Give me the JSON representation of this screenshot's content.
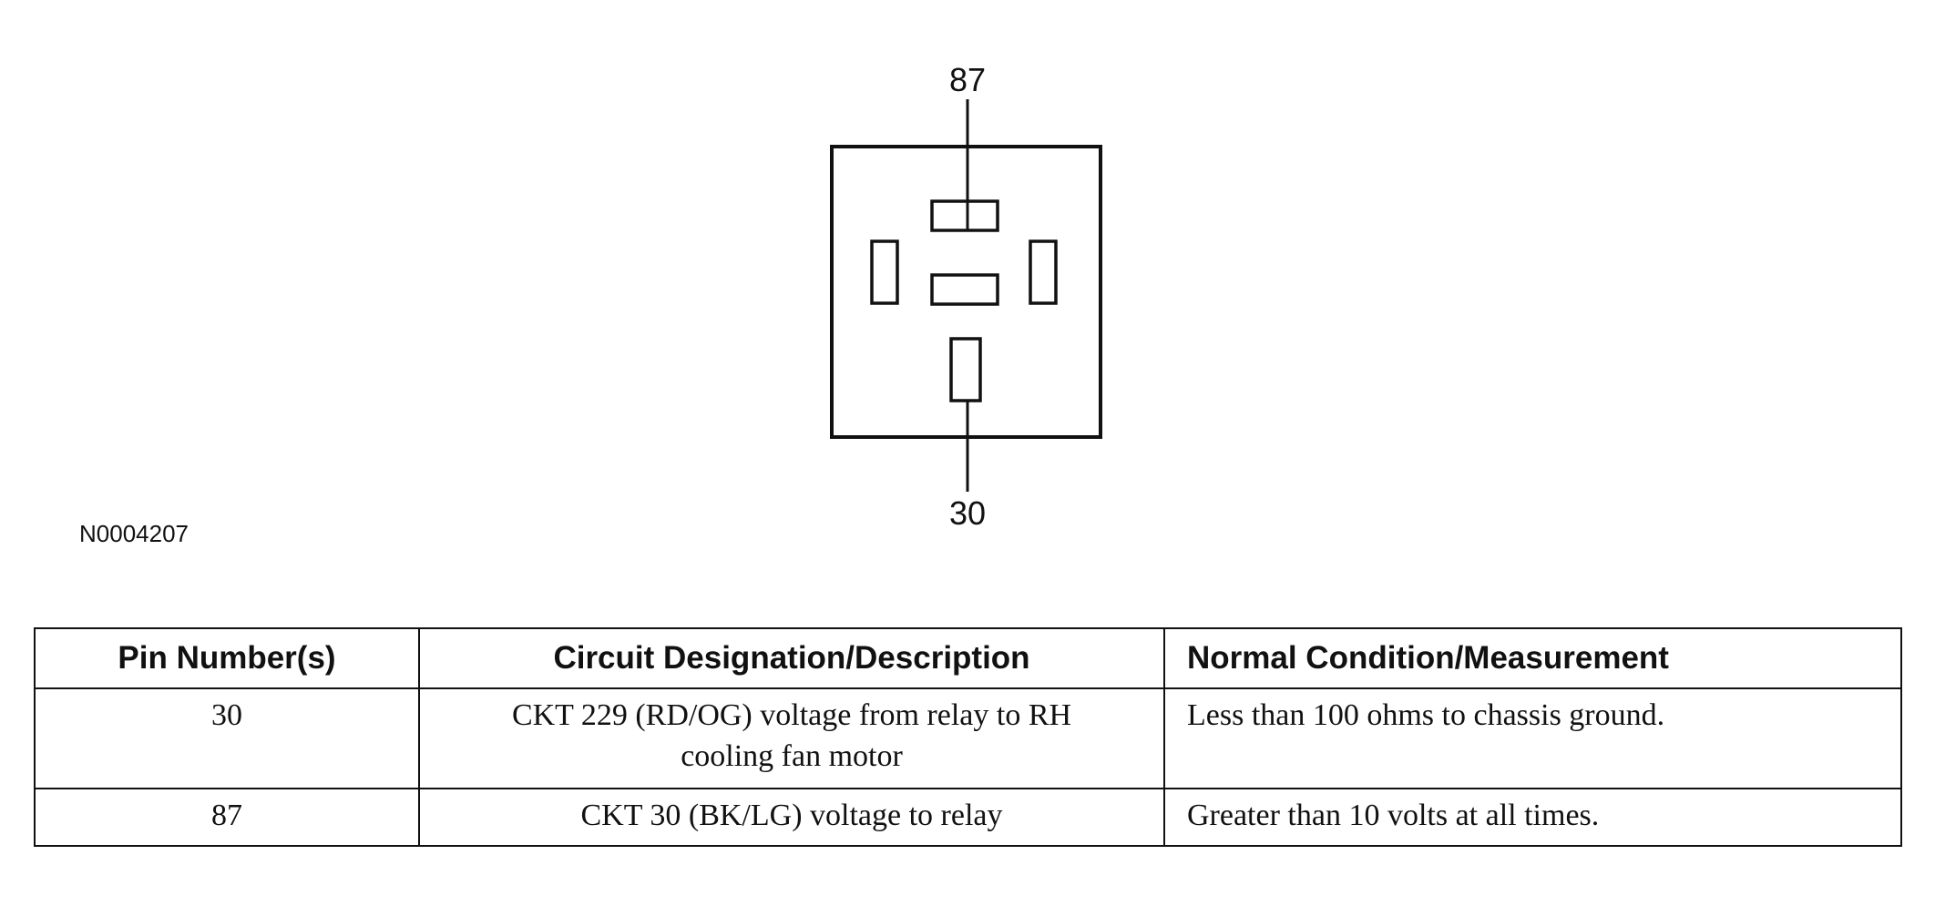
{
  "diagram": {
    "figure_id": "N0004207",
    "callouts": {
      "top": "87",
      "bottom": "30"
    }
  },
  "table": {
    "headers": [
      "Pin Number(s)",
      "Circuit Designation/Description",
      "Normal Condition/Measurement"
    ],
    "rows": [
      {
        "pin": "30",
        "description_line1": "CKT 229 (RD/OG) voltage from relay to RH",
        "description_line2": "cooling fan motor",
        "measurement": "Less than 100 ohms to chassis ground."
      },
      {
        "pin": "87",
        "description_line1": "CKT 30 (BK/LG) voltage to relay",
        "description_line2": "",
        "measurement": "Greater than 10 volts at all times."
      }
    ]
  }
}
